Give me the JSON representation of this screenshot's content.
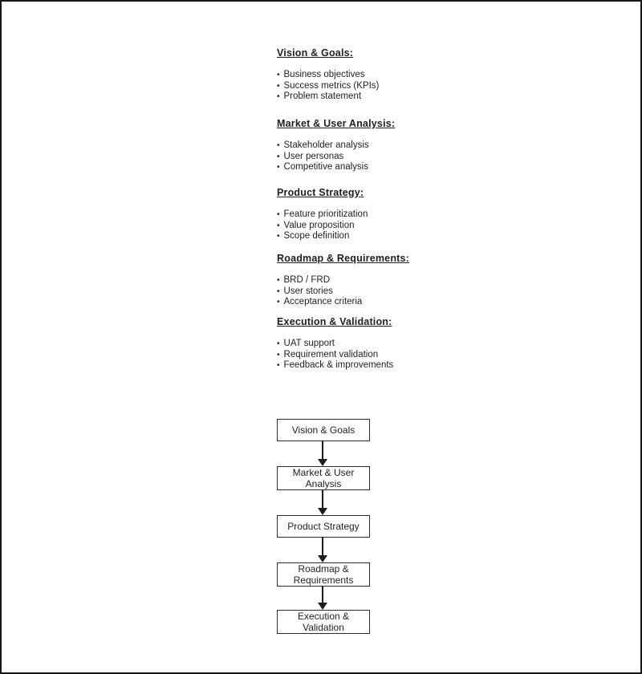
{
  "colors": {
    "page_background": "#ffffff",
    "page_border": "#161616",
    "text": "#1f1f1f",
    "node_border": "#2b2b2b",
    "arrow": "#1c1c1c"
  },
  "outline": {
    "bullet_char": "•",
    "sections": [
      {
        "title": "Vision & Goals:",
        "bullets": [
          "Business objectives",
          "Success metrics (KPIs)",
          "Problem statement"
        ]
      },
      {
        "title": "Market & User Analysis:",
        "bullets": [
          "Stakeholder analysis",
          "User personas",
          "Competitive analysis"
        ]
      },
      {
        "title": "Product Strategy:",
        "bullets": [
          "Feature prioritization",
          "Value proposition",
          "Scope definition"
        ]
      },
      {
        "title": "Roadmap & Requirements:",
        "bullets": [
          "BRD / FRD",
          "User stories",
          "Acceptance criteria"
        ]
      },
      {
        "title": "Execution & Validation:",
        "bullets": [
          "UAT support",
          "Requirement validation",
          "Feedback & improvements"
        ]
      }
    ]
  },
  "flowchart": {
    "nodes": [
      {
        "label": "Vision & Goals"
      },
      {
        "label": "Market & User Analysis"
      },
      {
        "label": "Product Strategy"
      },
      {
        "label": "Roadmap & Requirements"
      },
      {
        "label": "Execution & Validation"
      }
    ]
  }
}
